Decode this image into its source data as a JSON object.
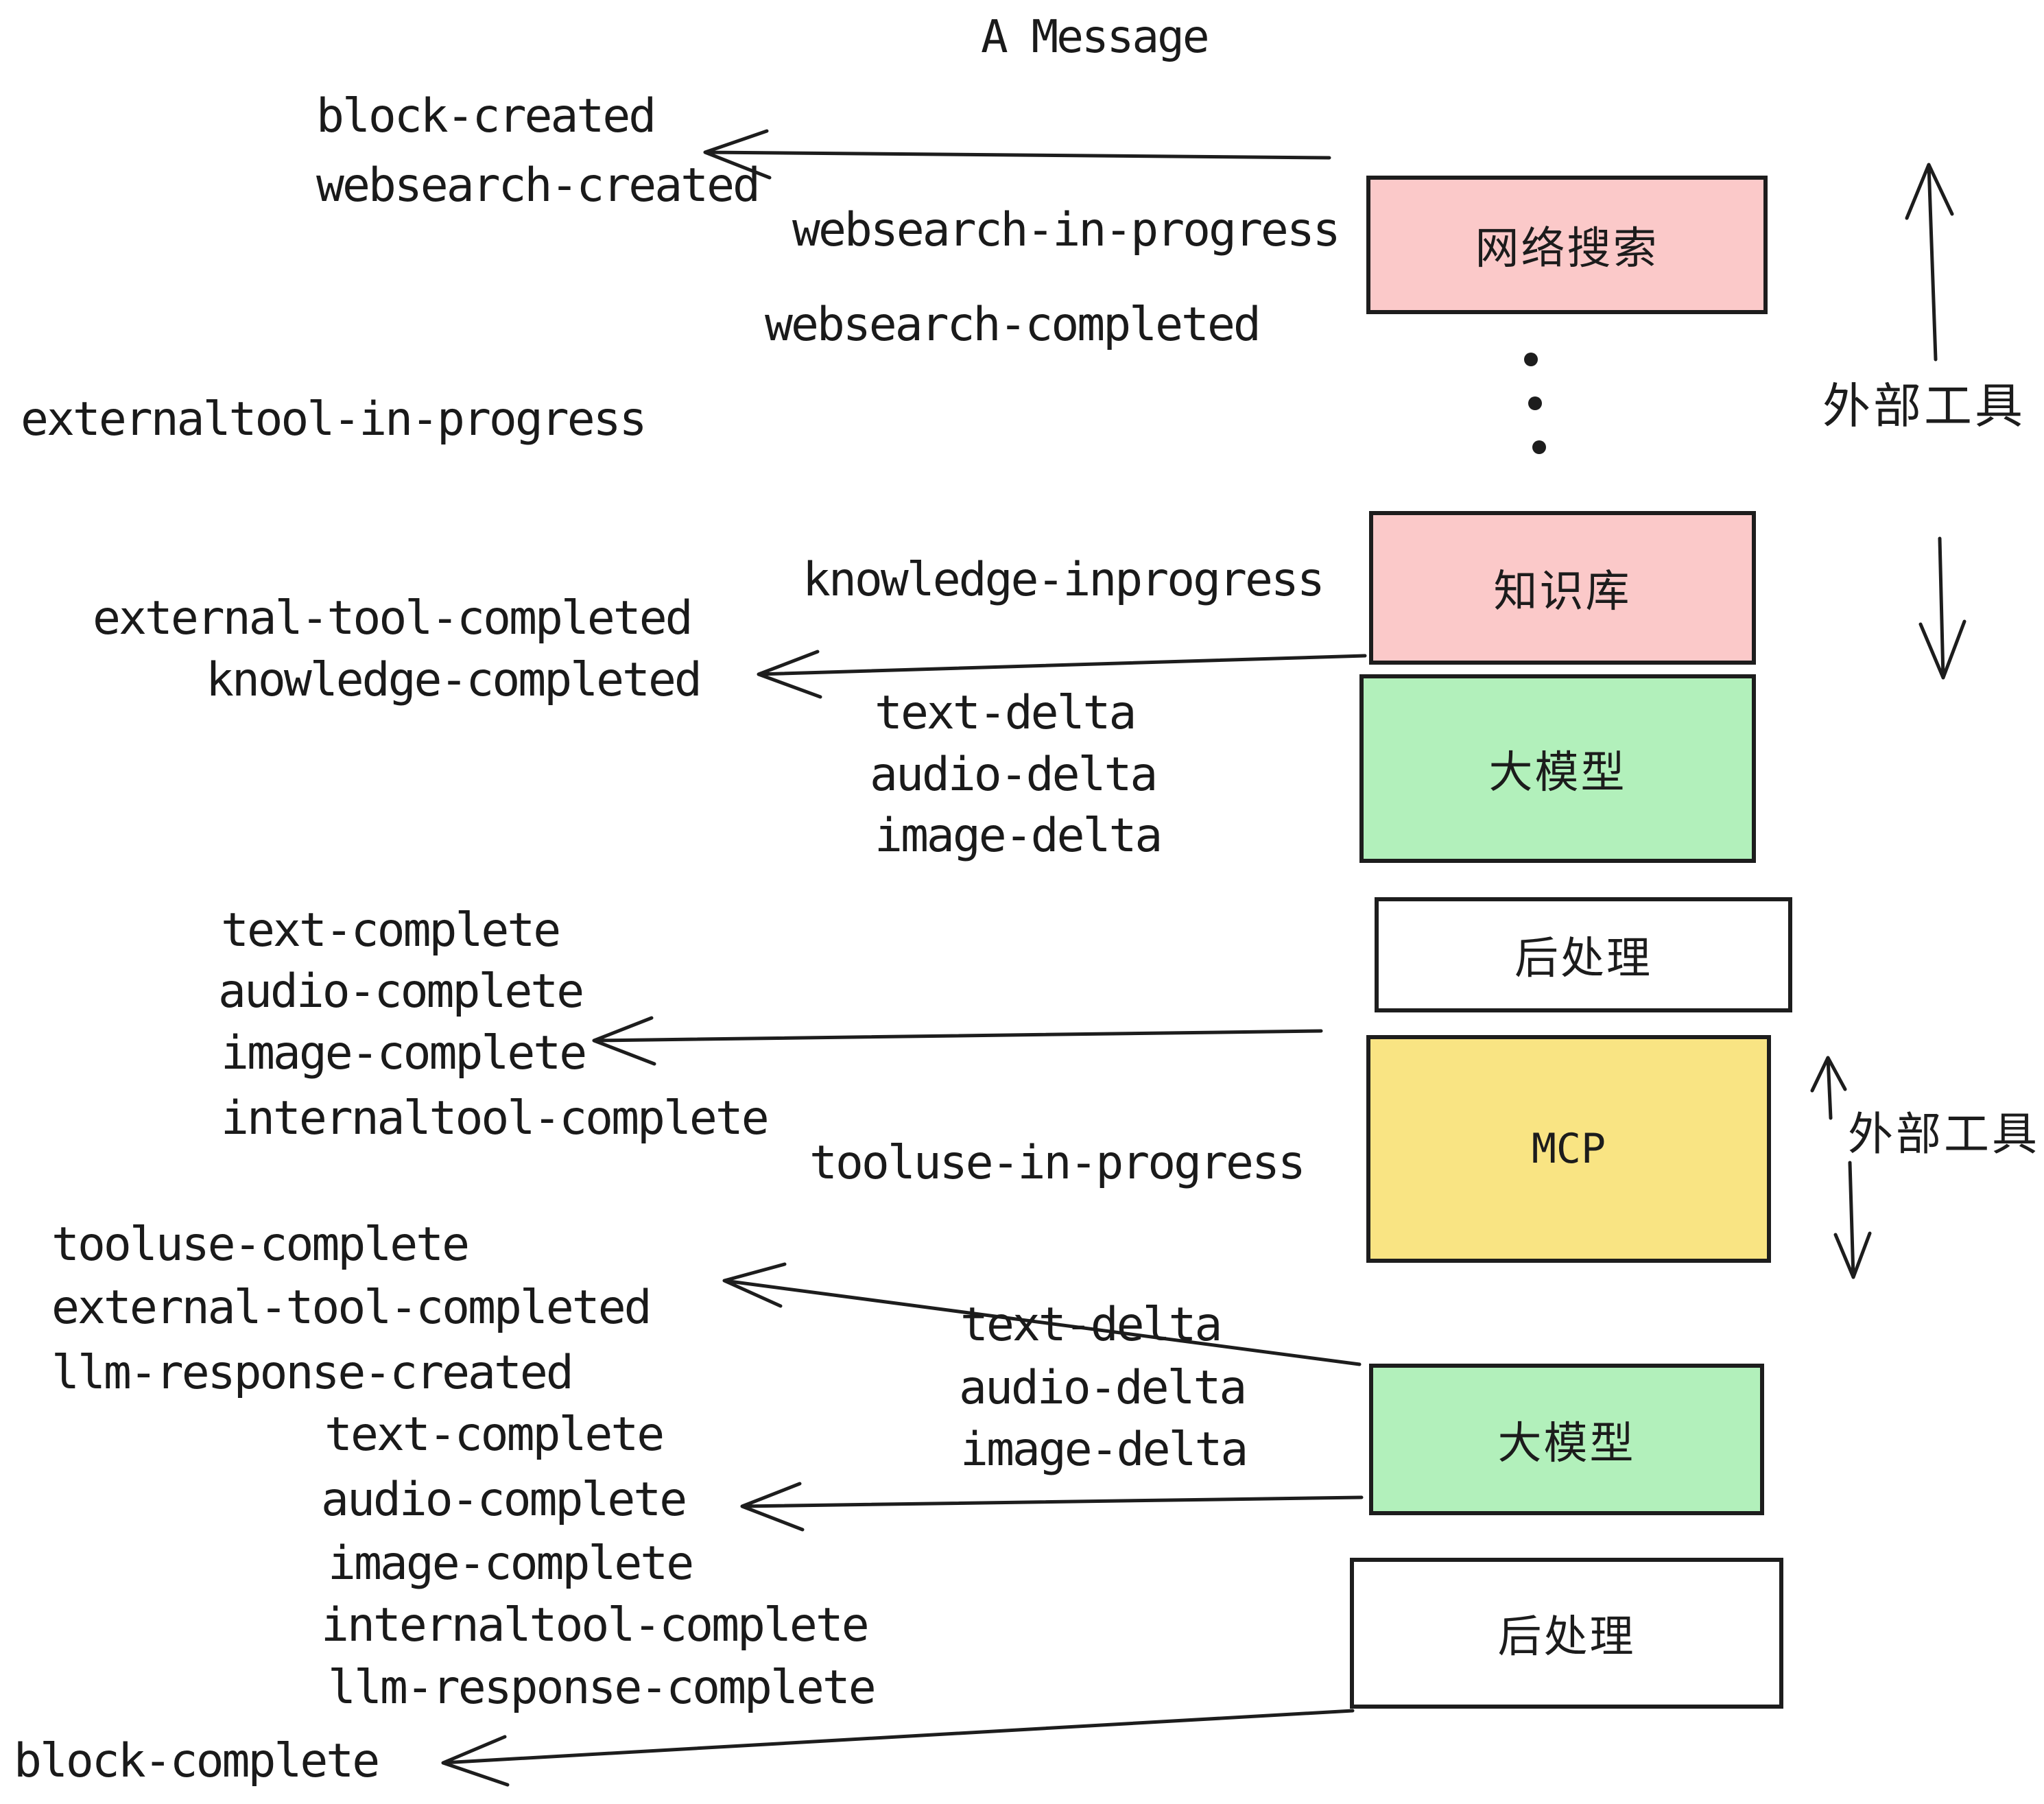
{
  "title": "A Message",
  "colors": {
    "pink": "#fbc9c9",
    "green": "#b2f0bb",
    "yellow": "#f9e483",
    "white": "#ffffff",
    "line": "#1d1d1d",
    "text": "#1a1a1a"
  },
  "boxes": [
    {
      "id": "websearch",
      "label": "网络搜索",
      "fill": "#fbc9c9"
    },
    {
      "id": "knowledge",
      "label": "知识库",
      "fill": "#fbc9c9"
    },
    {
      "id": "llm-1",
      "label": "大模型",
      "fill": "#b2f0bb"
    },
    {
      "id": "postprocess-1",
      "label": "后处理",
      "fill": "#ffffff"
    },
    {
      "id": "mcp",
      "label": "MCP",
      "fill": "#f9e483"
    },
    {
      "id": "llm-2",
      "label": "大模型",
      "fill": "#b2f0bb"
    },
    {
      "id": "postprocess-2",
      "label": "后处理",
      "fill": "#ffffff"
    }
  ],
  "side_labels": [
    {
      "text": "外部工具"
    },
    {
      "text": "外部工具"
    }
  ],
  "events": [
    {
      "text": "block-created"
    },
    {
      "text": "websearch-created"
    },
    {
      "text": "websearch-in-progress"
    },
    {
      "text": "websearch-completed"
    },
    {
      "text": "externaltool-in-progress"
    },
    {
      "text": "knowledge-inprogress"
    },
    {
      "text": "external-tool-completed"
    },
    {
      "text": "knowledge-completed"
    },
    {
      "text": "text-delta"
    },
    {
      "text": "audio-delta"
    },
    {
      "text": "image-delta"
    },
    {
      "text": "text-complete"
    },
    {
      "text": "audio-complete"
    },
    {
      "text": "image-complete"
    },
    {
      "text": "internaltool-complete"
    },
    {
      "text": "tooluse-in-progress"
    },
    {
      "text": "tooluse-complete"
    },
    {
      "text": "external-tool-completed"
    },
    {
      "text": "llm-response-created"
    },
    {
      "text": "text-delta"
    },
    {
      "text": "audio-delta"
    },
    {
      "text": "image-delta"
    },
    {
      "text": "text-complete"
    },
    {
      "text": "audio-complete"
    },
    {
      "text": "image-complete"
    },
    {
      "text": "internaltool-complete"
    },
    {
      "text": "llm-response-complete"
    },
    {
      "text": "block-complete"
    }
  ]
}
